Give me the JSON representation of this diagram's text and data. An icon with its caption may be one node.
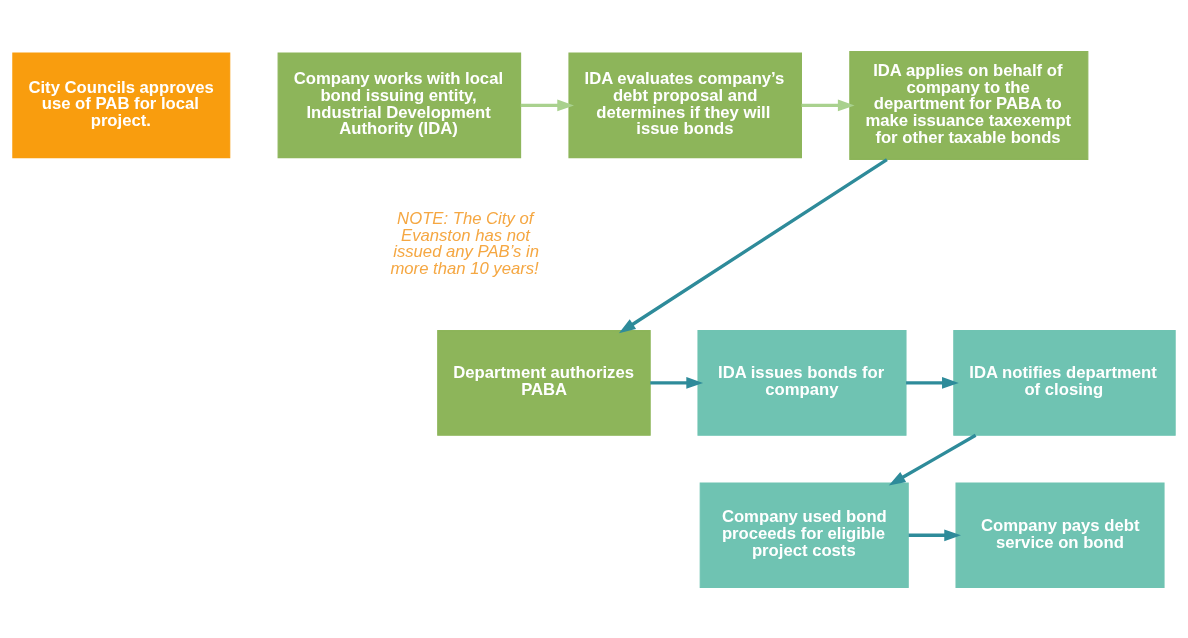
{
  "diagram": {
    "nodes": [
      {
        "text": [
          "City Councils approves use of PAB for local project."
        ]
      },
      {
        "text": [
          "Company works with local bond issuing entity, Industrial Development Authority (IDA)"
        ]
      },
      {
        "text": [
          "IDA evaluates company’s debt proposal and determines if they will issue bonds"
        ]
      },
      {
        "text": [
          "IDA applies on behalf of company to the department for PABA to make issuance taxexempt for other taxable bonds"
        ]
      },
      {
        "text": [
          "Department authorizes PABA"
        ]
      },
      {
        "text": [
          "IDA issues bonds for company"
        ]
      },
      {
        "text": [
          "IDA notifies department of closing"
        ]
      },
      {
        "text": [
          "Company used bond proceeds for eligible project costs"
        ]
      },
      {
        "text": [
          "Company pays debt service on bond"
        ]
      }
    ],
    "edges": [
      {
        "from": 1,
        "to": 2,
        "arrow": "to",
        "color": "#a9d18e"
      },
      {
        "from": 2,
        "to": 3,
        "arrow": "to",
        "color": "#a9d18e"
      },
      {
        "from": 3,
        "to": 4,
        "arrow": "to"
      },
      {
        "from": 4,
        "to": 5,
        "arrow": "to"
      },
      {
        "from": 5,
        "to": 6,
        "arrow": "to"
      },
      {
        "from": 6,
        "to": 7,
        "arrow": "to"
      },
      {
        "from": 7,
        "to": 8,
        "arrow": "to"
      }
    ],
    "labels": [
      "NOTE: The City of Evanston has not issued any PAB’s in more than 10 years!"
    ]
  }
}
